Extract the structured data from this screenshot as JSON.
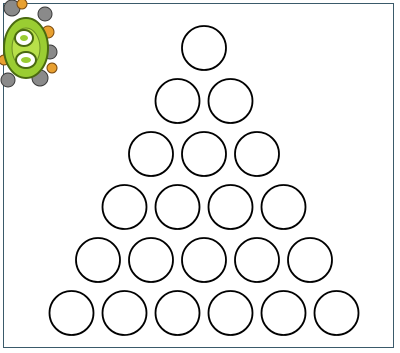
{
  "puzzle": {
    "rows": [
      1,
      2,
      3,
      4,
      5,
      6
    ],
    "hole_fill": "#ffffff",
    "hole_stroke": "#000000"
  },
  "board": {
    "border_color": "#3a5a6a",
    "background": "#ffffff"
  },
  "badge": {
    "icon": "gear-badge-icon",
    "colors": {
      "lime": "#9acd32",
      "lime_dark": "#6b8e23",
      "orange": "#e8a030",
      "gray": "#8a8a8a",
      "dark": "#3a3a3a"
    }
  }
}
